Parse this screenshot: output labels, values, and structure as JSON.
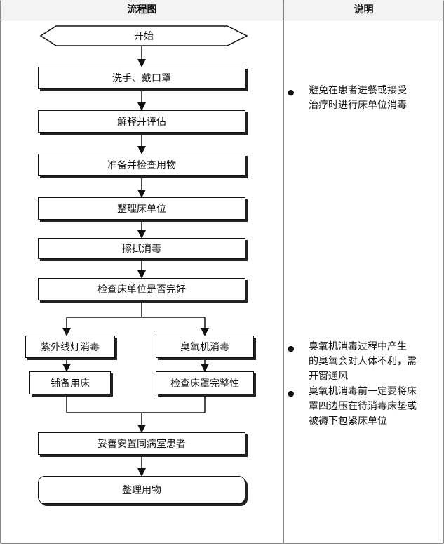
{
  "header": {
    "flow_col": "流程图",
    "note_col": "说明"
  },
  "flow": {
    "start": "开始",
    "step1": "洗手、戴口罩",
    "step2": "解释并评估",
    "step3": "准备并检查用物",
    "step4": "整理床单位",
    "step5": "擦拭消毒",
    "step6": "检查床单位是否完好",
    "branch_left_1": "紫外线灯消毒",
    "branch_left_2": "铺备用床",
    "branch_right_1": "臭氧机消毒",
    "branch_right_2": "检查床罩完整性",
    "step7": "妥善安置同病室患者",
    "end": "整理用物"
  },
  "notes": {
    "note1": [
      "避免在患者进餐或接受",
      "治疗时进行床单位消毒"
    ],
    "note2": [
      "臭氧机消毒过程中产生",
      "的臭氧会对人体不利，需",
      "开窗通风"
    ],
    "note3": [
      "臭氧机消毒前一定要将床",
      "罩四边压在待消毒床垫或",
      "被褥下包紧床单位"
    ]
  },
  "bullet_glyph": "●"
}
